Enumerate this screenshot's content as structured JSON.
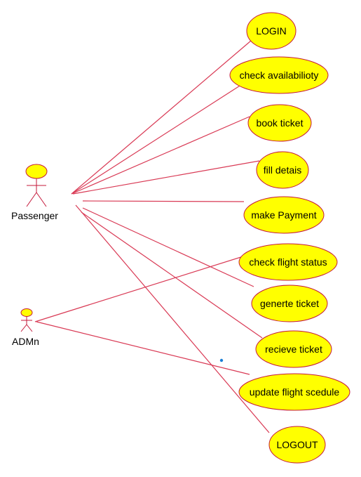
{
  "diagram": {
    "type": "use-case",
    "colors": {
      "fill": "#ffff00",
      "stroke": "#c4183a",
      "line": "#d93a55",
      "text": "#000000",
      "dot": "#1a7fd6"
    },
    "actors": {
      "passenger": "Passenger",
      "admin": "ADMn"
    },
    "use_cases": {
      "login": "LOGIN",
      "check_availability": "check availabilioty",
      "book_ticket": "book ticket",
      "fill_details": "fill detais",
      "make_payment": "make Payment",
      "check_flight_status": "check flight status",
      "generate_ticket": "generte ticket",
      "receive_ticket": "recieve ticket",
      "update_flight_schedule": "update flight scedule",
      "logout": "LOGOUT"
    },
    "associations": [
      [
        "passenger",
        "login"
      ],
      [
        "passenger",
        "check_availability"
      ],
      [
        "passenger",
        "book_ticket"
      ],
      [
        "passenger",
        "fill_details"
      ],
      [
        "passenger",
        "make_payment"
      ],
      [
        "passenger",
        "generate_ticket"
      ],
      [
        "passenger",
        "receive_ticket"
      ],
      [
        "passenger",
        "logout"
      ],
      [
        "admin",
        "check_flight_status"
      ],
      [
        "admin",
        "update_flight_schedule"
      ]
    ]
  }
}
